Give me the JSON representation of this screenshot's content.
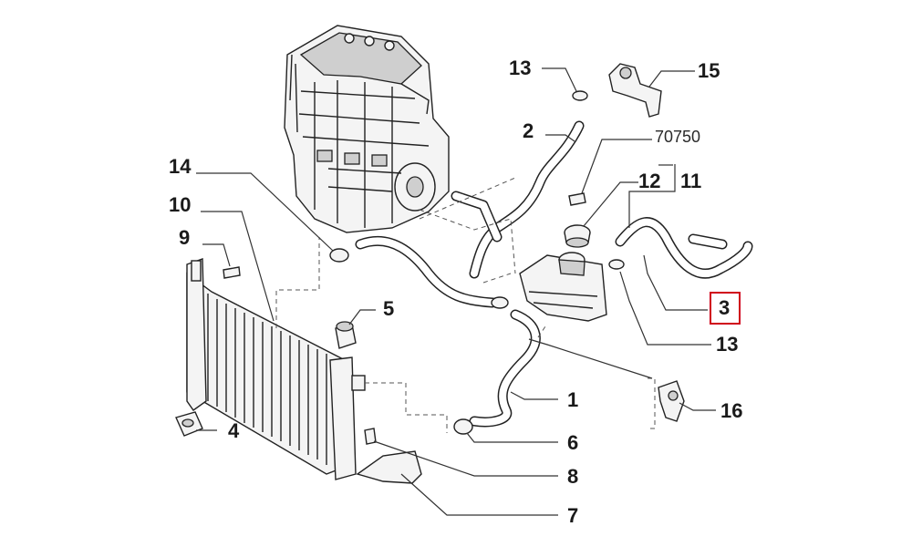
{
  "diagram": {
    "ref_code": "70750",
    "highlighted_callout": "3",
    "highlight_color": "#d0021b",
    "callouts": {
      "c1": "1",
      "c2": "2",
      "c3": "3",
      "c4": "4",
      "c5": "5",
      "c6": "6",
      "c7": "7",
      "c8": "8",
      "c9": "9",
      "c10": "10",
      "c11": "11",
      "c12": "12",
      "c13a": "13",
      "c13b": "13",
      "c14": "14",
      "c15": "15",
      "c16": "16"
    }
  }
}
